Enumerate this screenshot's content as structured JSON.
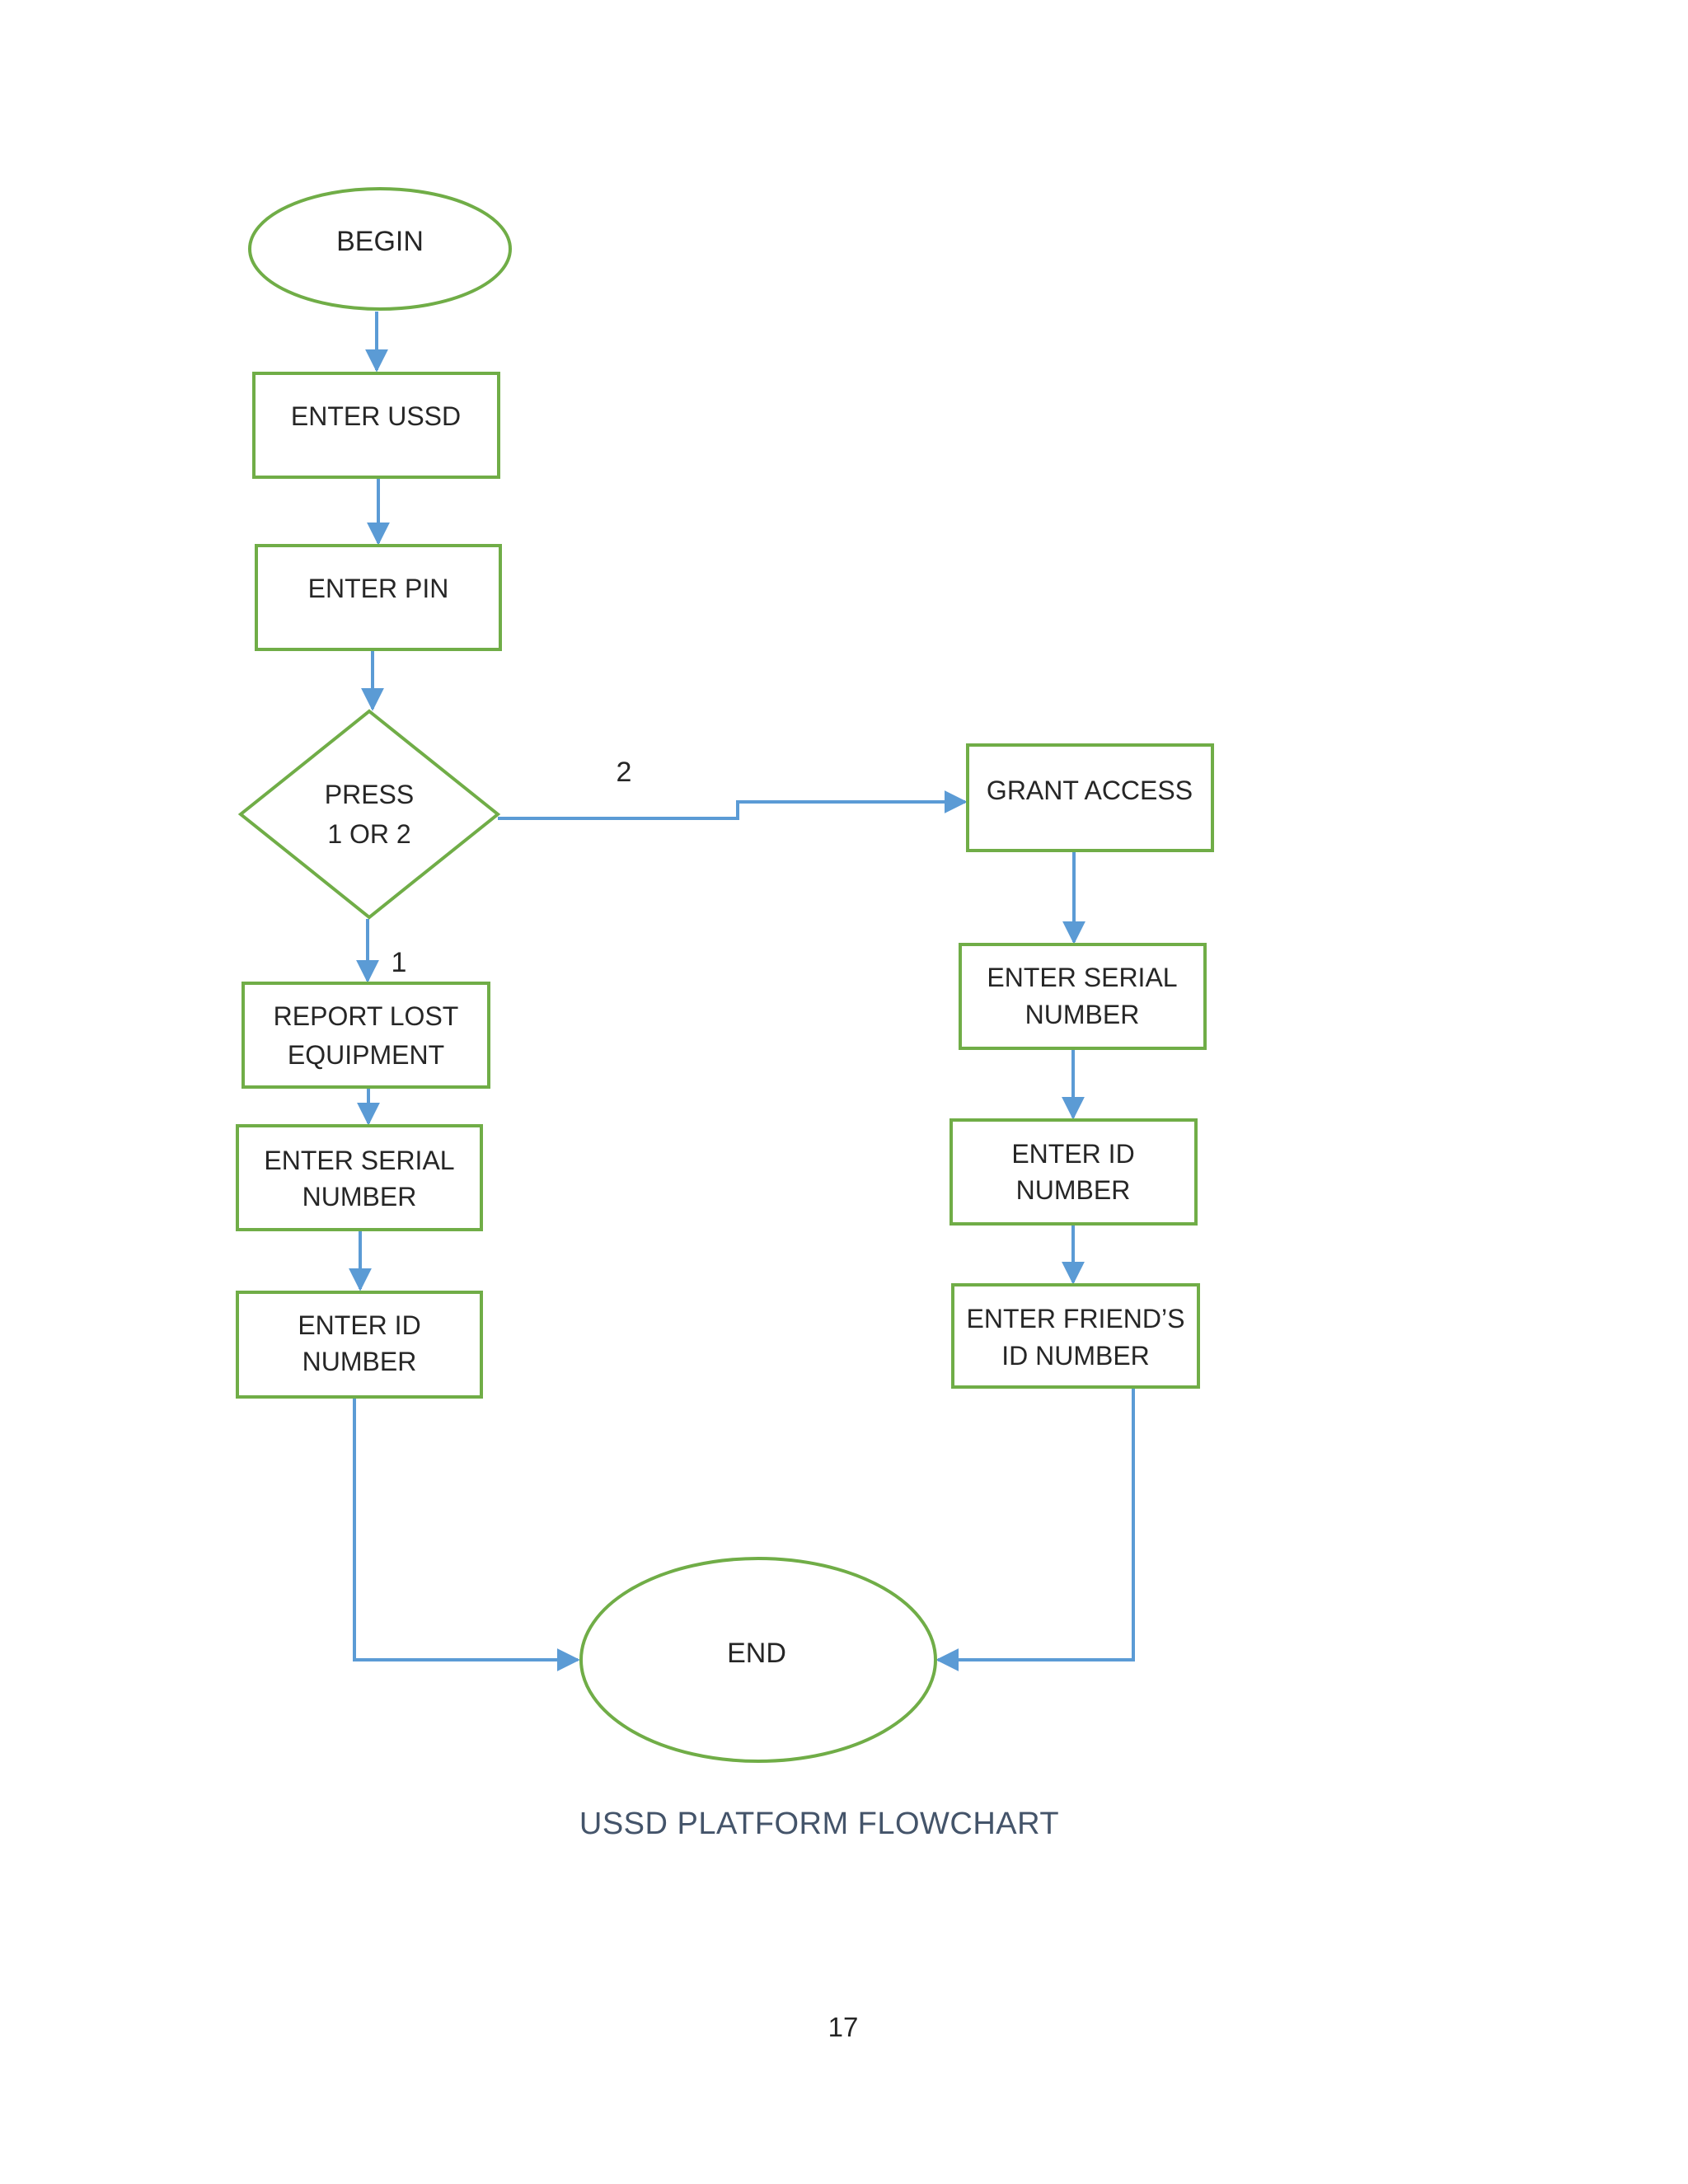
{
  "colors": {
    "shape_outline": "#70AD47",
    "connector": "#5B9BD5",
    "label_text": "#262626",
    "caption_text": "#44546A"
  },
  "flowchart": {
    "nodes": {
      "begin": {
        "label": "BEGIN"
      },
      "enter_ussd": {
        "label": "ENTER USSD"
      },
      "enter_pin": {
        "label": "ENTER PIN"
      },
      "decision": {
        "line1": "PRESS",
        "line2": "1 OR 2"
      },
      "report_lost": {
        "line1": "REPORT LOST",
        "line2": "EQUIPMENT"
      },
      "serial_left": {
        "line1": "ENTER SERIAL",
        "line2": "NUMBER"
      },
      "id_left": {
        "line1": "ENTER ID",
        "line2": "NUMBER"
      },
      "grant_access": {
        "label": "GRANT ACCESS"
      },
      "serial_right": {
        "line1": "ENTER SERIAL",
        "line2": "NUMBER"
      },
      "id_right": {
        "line1": "ENTER ID",
        "line2": "NUMBER"
      },
      "friend_id": {
        "line1": "ENTER FRIEND’S",
        "line2": "ID NUMBER"
      },
      "end": {
        "label": "END"
      }
    },
    "edge_labels": {
      "option1": "1",
      "option2": "2"
    },
    "caption": "USSD PLATFORM FLOWCHART"
  },
  "page": {
    "number": "17"
  }
}
